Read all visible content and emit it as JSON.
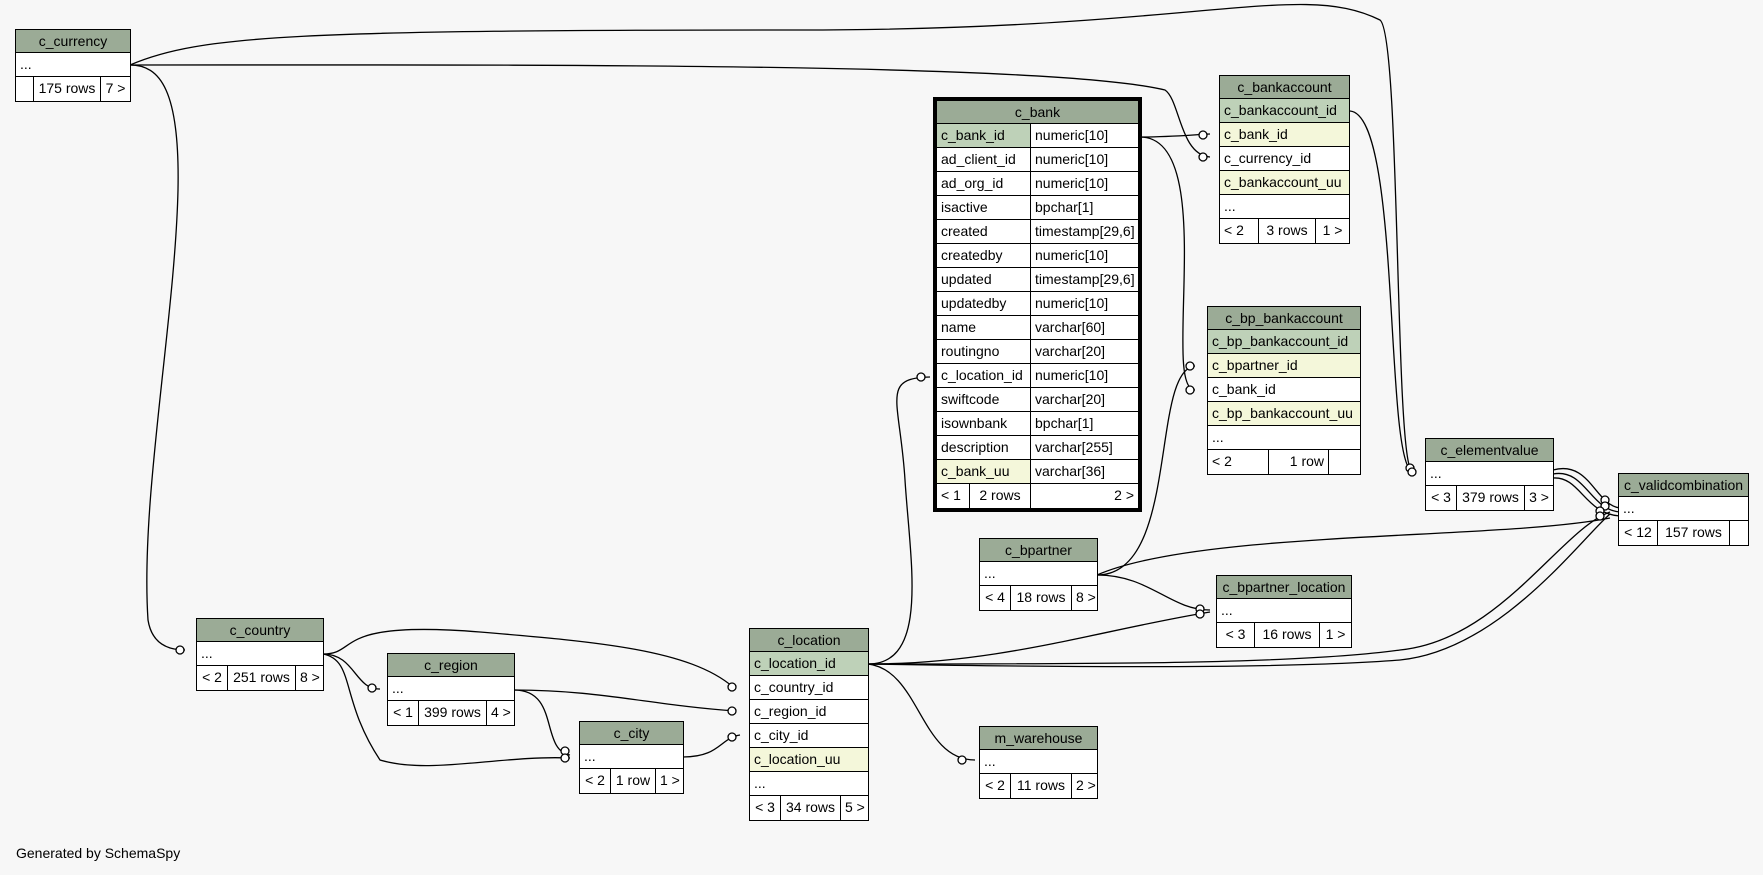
{
  "generated_by": "Generated by SchemaSpy",
  "tables": {
    "c_currency": {
      "name": "c_currency",
      "ellipsis": "...",
      "parents": "",
      "rows": "175 rows",
      "children": "7 >"
    },
    "c_bank": {
      "name": "c_bank",
      "columns": [
        {
          "name": "c_bank_id",
          "type": "numeric[10]"
        },
        {
          "name": "ad_client_id",
          "type": "numeric[10]"
        },
        {
          "name": "ad_org_id",
          "type": "numeric[10]"
        },
        {
          "name": "isactive",
          "type": "bpchar[1]"
        },
        {
          "name": "created",
          "type": "timestamp[29,6]"
        },
        {
          "name": "createdby",
          "type": "numeric[10]"
        },
        {
          "name": "updated",
          "type": "timestamp[29,6]"
        },
        {
          "name": "updatedby",
          "type": "numeric[10]"
        },
        {
          "name": "name",
          "type": "varchar[60]"
        },
        {
          "name": "routingno",
          "type": "varchar[20]"
        },
        {
          "name": "c_location_id",
          "type": "numeric[10]"
        },
        {
          "name": "swiftcode",
          "type": "varchar[20]"
        },
        {
          "name": "isownbank",
          "type": "bpchar[1]"
        },
        {
          "name": "description",
          "type": "varchar[255]"
        },
        {
          "name": "c_bank_uu",
          "type": "varchar[36]"
        }
      ],
      "parents": "< 1",
      "rows": "2 rows",
      "children": "2 >"
    },
    "c_bankaccount": {
      "name": "c_bankaccount",
      "columns": [
        "c_bankaccount_id",
        "c_bank_id",
        "c_currency_id",
        "c_bankaccount_uu"
      ],
      "ellipsis": "...",
      "parents": "< 2",
      "rows": "3 rows",
      "children": "1 >"
    },
    "c_bp_bankaccount": {
      "name": "c_bp_bankaccount",
      "columns": [
        "c_bp_bankaccount_id",
        "c_bpartner_id",
        "c_bank_id",
        "c_bp_bankaccount_uu"
      ],
      "ellipsis": "...",
      "parents": "< 2",
      "rows": "1 row",
      "children": ""
    },
    "c_elementvalue": {
      "name": "c_elementvalue",
      "ellipsis": "...",
      "parents": "< 3",
      "rows": "379 rows",
      "children": "3 >"
    },
    "c_validcombination": {
      "name": "c_validcombination",
      "ellipsis": "...",
      "parents": "< 12",
      "rows": "157 rows",
      "children": ""
    },
    "c_bpartner": {
      "name": "c_bpartner",
      "ellipsis": "...",
      "parents": "< 4",
      "rows": "18 rows",
      "children": "8 >"
    },
    "c_bpartner_location": {
      "name": "c_bpartner_location",
      "ellipsis": "...",
      "parents": "< 3",
      "rows": "16 rows",
      "children": "1 >"
    },
    "c_country": {
      "name": "c_country",
      "ellipsis": "...",
      "parents": "< 2",
      "rows": "251 rows",
      "children": "8 >"
    },
    "c_region": {
      "name": "c_region",
      "ellipsis": "...",
      "parents": "< 1",
      "rows": "399 rows",
      "children": "4 >"
    },
    "c_city": {
      "name": "c_city",
      "ellipsis": "...",
      "parents": "< 2",
      "rows": "1 row",
      "children": "1 >"
    },
    "c_location": {
      "name": "c_location",
      "columns": [
        "c_location_id",
        "c_country_id",
        "c_region_id",
        "c_city_id",
        "c_location_uu"
      ],
      "ellipsis": "...",
      "parents": "< 3",
      "rows": "34 rows",
      "children": "5 >"
    },
    "m_warehouse": {
      "name": "m_warehouse",
      "ellipsis": "...",
      "parents": "< 2",
      "rows": "11 rows",
      "children": "2 >"
    }
  }
}
